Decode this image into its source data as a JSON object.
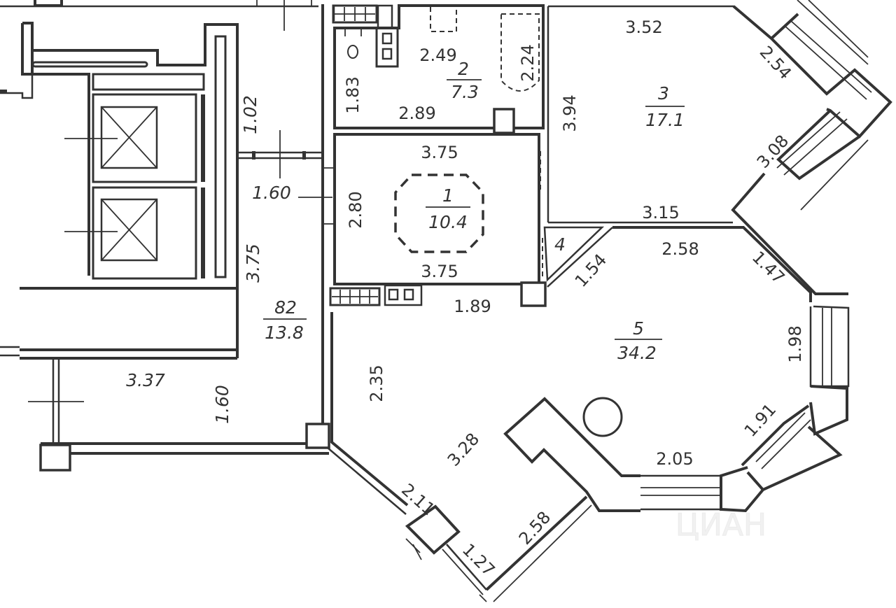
{
  "plan": {
    "rooms": [
      {
        "id": "room-1",
        "number": "1",
        "area": "10.4"
      },
      {
        "id": "room-2",
        "number": "2",
        "area": "7.3"
      },
      {
        "id": "room-3",
        "number": "3",
        "area": "17.1"
      },
      {
        "id": "room-4",
        "number": "4"
      },
      {
        "id": "room-5",
        "number": "5",
        "area": "34.2"
      },
      {
        "id": "room-82",
        "number": "82",
        "area": "13.8"
      }
    ],
    "dimensions": {
      "bath_width": "2.49",
      "bath_tub": "2.24",
      "bath_height": "1.83",
      "bath_bottom": "2.89",
      "room3_top": "3.52",
      "room3_left": "3.94",
      "room3_window_upper": "2.54",
      "room3_window_lower": "3.08",
      "room3_bottom": "3.15",
      "hall_top": "3.75",
      "hall_left": "2.80",
      "hall_bottom": "3.75",
      "corridor_bottom": "1.89",
      "closet_diag": "1.54",
      "living_top": "2.58",
      "living_diag_upper": "1.47",
      "living_right": "1.98",
      "living_diag_lower": "1.91",
      "living_bottom": "2.05",
      "kitchen_left": "2.35",
      "kitchen_diag": "3.28",
      "kitchen_wall_a": "2.11",
      "kitchen_wall_b": "1.27",
      "kitchen_wall_c": "2.58",
      "lobby_upper": "1.02",
      "lobby_width": "1.60",
      "lobby_height": "3.75",
      "lobby_bottom": "3.37",
      "lobby_lower": "1.60"
    },
    "watermark": "ЦИАН"
  }
}
